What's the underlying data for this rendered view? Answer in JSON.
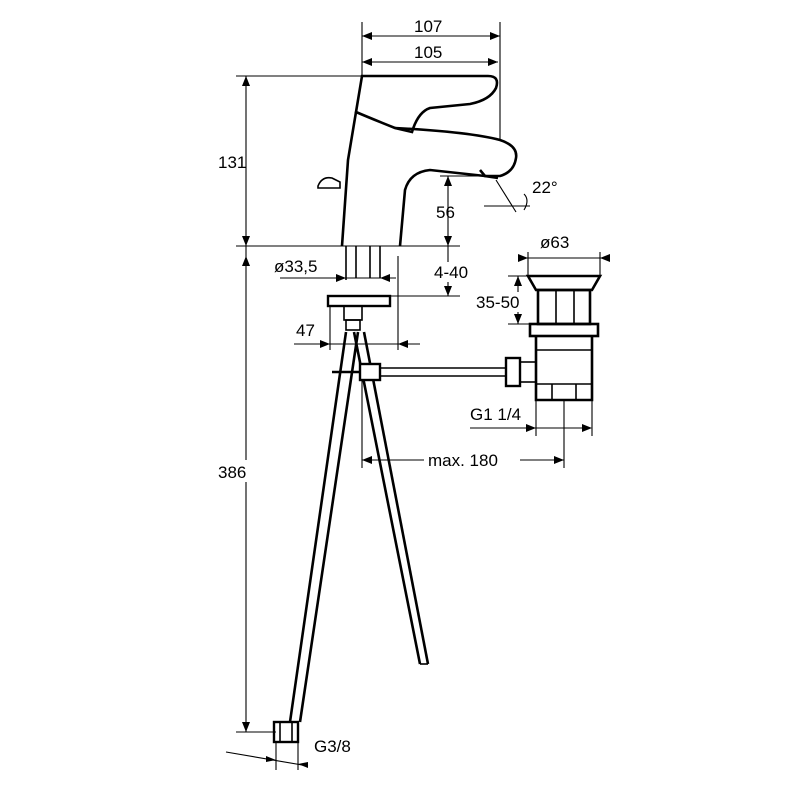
{
  "dimensions": {
    "width_top": "107",
    "width_spout": "105",
    "height_total": "131",
    "spout_height": "56",
    "spout_angle": "22°",
    "base_diameter": "ø33,5",
    "deck_thickness": "4-40",
    "offset_47": "47",
    "hose_length": "386",
    "waste_diameter": "ø63",
    "waste_thickness": "35-50",
    "waste_thread": "G1 1/4",
    "rod_length": "max. 180",
    "hose_thread": "G3/8"
  }
}
